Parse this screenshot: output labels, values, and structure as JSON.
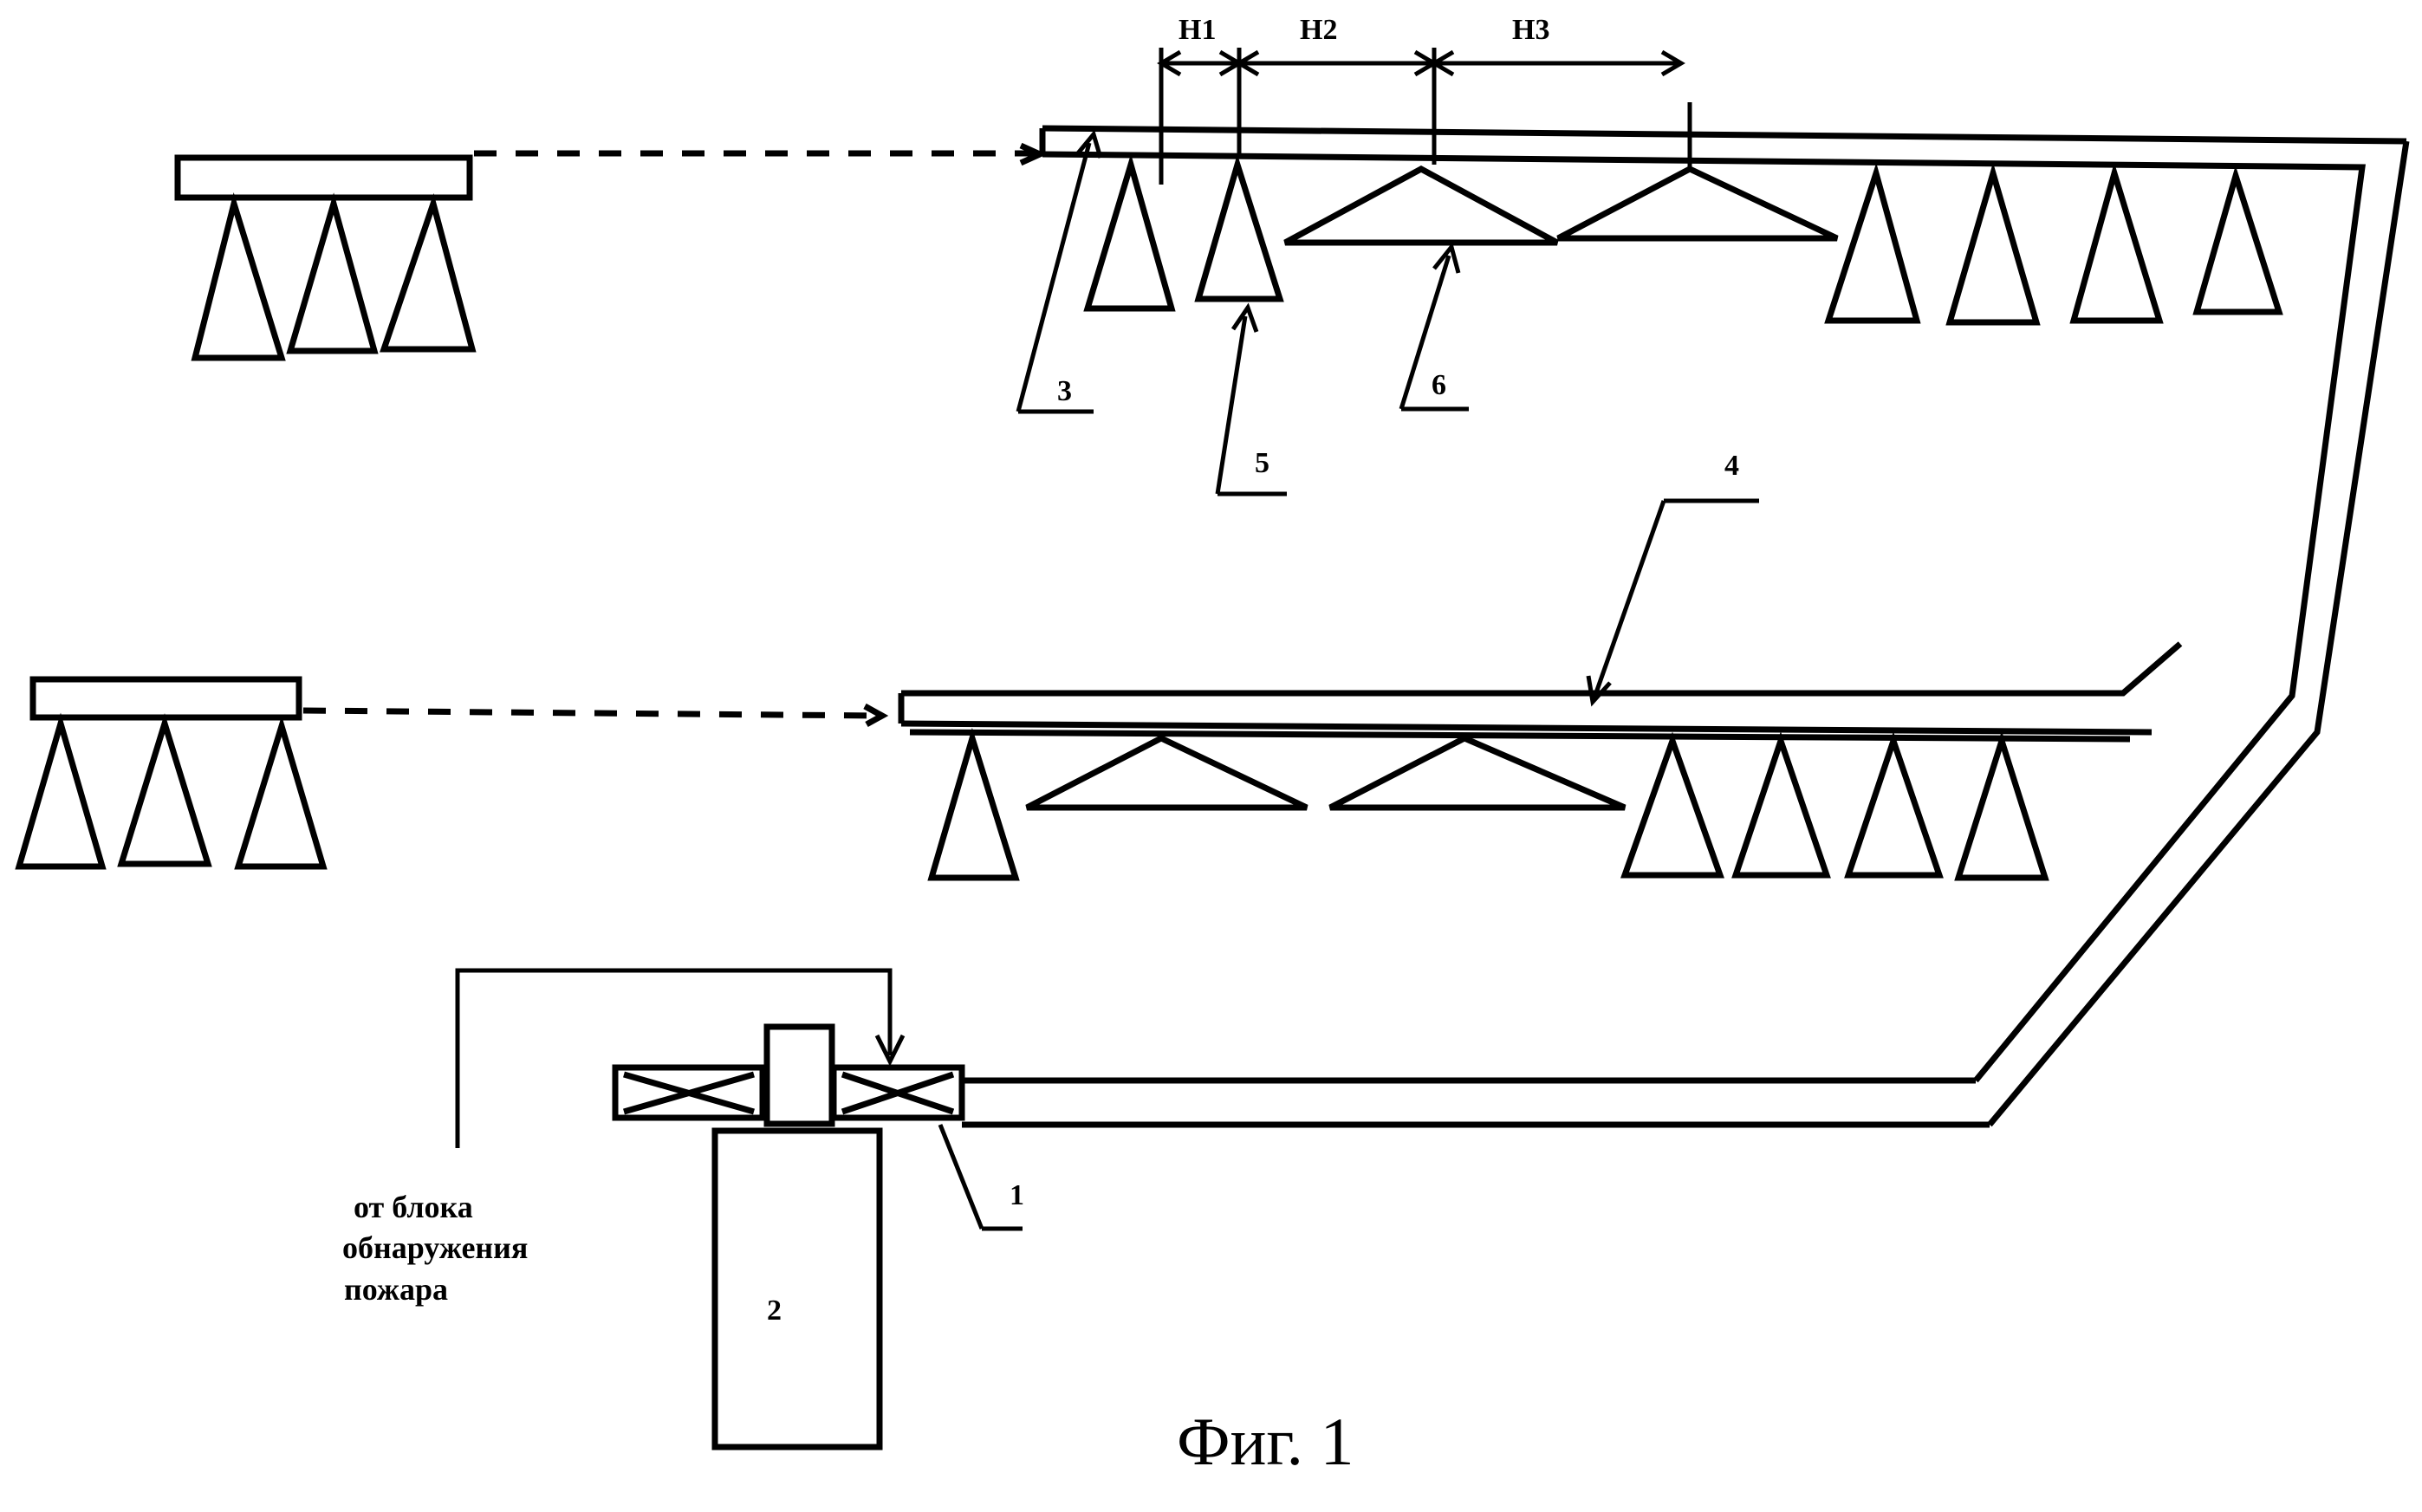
{
  "figure": {
    "caption": "Фиг. 1",
    "labels": {
      "valve": "1",
      "tank": "2",
      "pipe_upper": "3",
      "pipe_lower": "4",
      "nozzle": "5",
      "wide_nozzle": "6"
    },
    "dimensions": {
      "h1": "H1",
      "h2": "H2",
      "h3": "H3"
    },
    "note": {
      "line1": "от  блока",
      "line2": "обнаружения",
      "line3": "пожара"
    }
  }
}
